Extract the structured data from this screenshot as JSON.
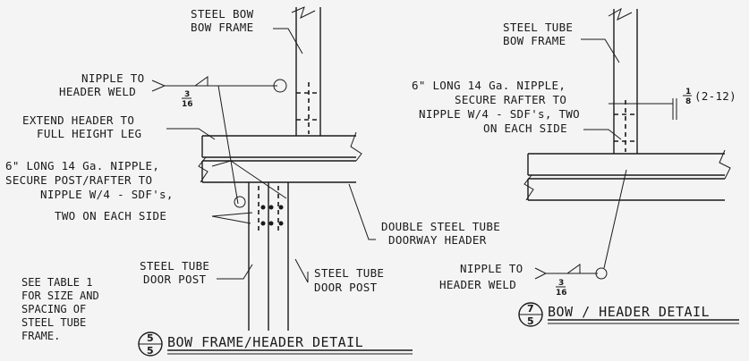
{
  "detail_left": {
    "title": "BOW FRAME/HEADER DETAIL",
    "number": "5",
    "sheet": "5",
    "labels": {
      "steel_bow_1": "STEEL BOW",
      "steel_bow_2": "BOW FRAME",
      "nipple_weld_1": "NIPPLE TO",
      "nipple_weld_2": "HEADER WELD",
      "weld_frac_top": "3",
      "weld_frac_bottom": "16",
      "extend_1": "EXTEND HEADER TO",
      "extend_2": "FULL HEIGHT LEG",
      "nipple_long_1": "6\" LONG 14 Ga. NIPPLE,",
      "nipple_long_2": "SECURE POST/RAFTER TO",
      "nipple_long_3": "NIPPLE W/4 - SDF's,",
      "nipple_long_4": "TWO ON EACH SIDE",
      "double_tube_1": "DOUBLE STEEL TUBE",
      "double_tube_2": "DOORWAY HEADER",
      "post_left_1": "STEEL TUBE",
      "post_left_2": "DOOR POST",
      "post_right_1": "STEEL TUBE",
      "post_right_2": "DOOR POST"
    }
  },
  "note": {
    "lines": [
      "SEE TABLE 1",
      "FOR SIZE AND",
      "SPACING OF",
      "STEEL TUBE",
      "FRAME."
    ]
  },
  "detail_right": {
    "title": "BOW / HEADER DETAIL",
    "number": "7",
    "sheet": "5",
    "labels": {
      "steel_tube_1": "STEEL TUBE",
      "steel_tube_2": "BOW FRAME",
      "nipple_long_1": "6\" LONG 14 Ga. NIPPLE,",
      "nipple_long_2": "SECURE RAFTER TO",
      "nipple_long_3": "NIPPLE W/4 - SDF's, TWO",
      "nipple_long_4": "ON EACH SIDE",
      "slope_top": "1",
      "slope_bottom": "8",
      "slope_text": "(2-12)",
      "nipple_weld_1": "NIPPLE TO",
      "nipple_weld_2": "HEADER WELD",
      "weld_frac_top": "3",
      "weld_frac_bottom": "16"
    }
  }
}
